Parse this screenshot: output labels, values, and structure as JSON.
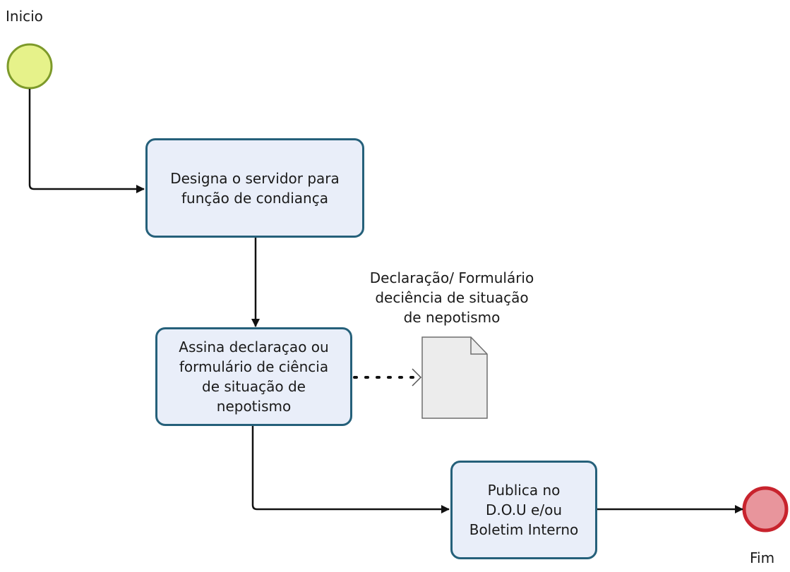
{
  "start_event": {
    "label": "Inicio",
    "color": "#e6f28a",
    "stroke": "#7d9a2a"
  },
  "end_event": {
    "label": "Fim",
    "color": "#e8959c",
    "stroke": "#c8232d"
  },
  "tasks": [
    {
      "lines": [
        "Designa o servidor para",
        "função de condiança"
      ]
    },
    {
      "lines": [
        "Assina declaraçao ou",
        "formulário de  ciência",
        "de situação de",
        "nepotismo"
      ]
    },
    {
      "lines": [
        "Publica no",
        "D.O.U e/ou",
        "Boletim Interno"
      ]
    }
  ],
  "artifact": {
    "lines": [
      "Declaração/ Formulário",
      "deciência de situação",
      "de nepotismo"
    ],
    "fill": "#ececec",
    "stroke": "#6e6e6e"
  },
  "colors": {
    "task_fill": "#e9eef9",
    "task_border": "#25607a",
    "flow": "#111111"
  }
}
